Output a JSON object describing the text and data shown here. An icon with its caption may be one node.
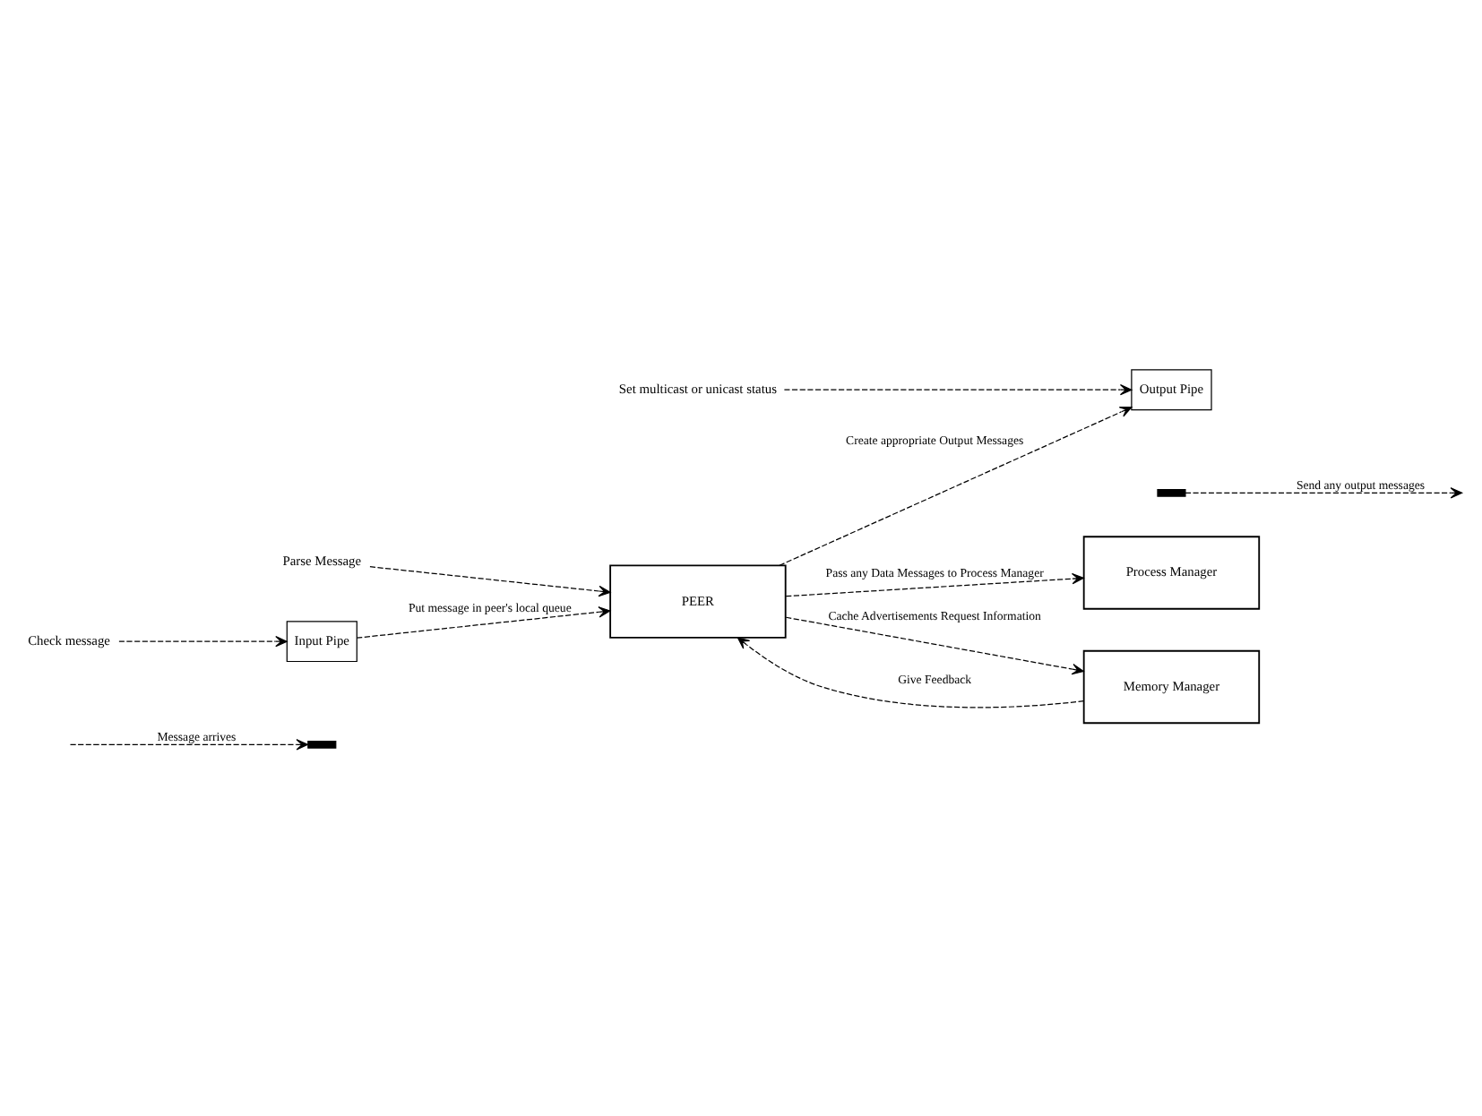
{
  "diagram": {
    "nodes": [
      {
        "text": [
          "Process Manager"
        ]
      },
      {
        "text": [
          "PEER"
        ]
      },
      {
        "text": [
          "Parse Message"
        ]
      },
      {
        "text": [
          "Check message"
        ]
      },
      {
        "text": [
          "Input Pipe"
        ]
      },
      {
        "text": [],
        "shape": "bar"
      },
      {
        "text": [
          "Output Pipe"
        ]
      },
      {
        "text": [],
        "shape": "bar"
      },
      {
        "text": [
          "Set multicast or unicast status"
        ]
      },
      {
        "text": [
          "Memory Manager"
        ]
      }
    ],
    "edges": [
      {
        "from": 1,
        "to": 0,
        "arrow": "to",
        "style": "dashed",
        "label": "Pass any Data Messages to Process Manager"
      },
      {
        "from": 2,
        "to": 1,
        "arrow": "to",
        "style": "dashed"
      },
      {
        "from": 3,
        "to": 4,
        "arrow": "to",
        "style": "dashed"
      },
      {
        "from": 4,
        "to": 1,
        "arrow": "to",
        "style": "dashed",
        "label": "Put message in peer's local queue"
      },
      {
        "from": null,
        "to": 5,
        "arrow": "to",
        "style": "dashed",
        "label": "Message arrives"
      },
      {
        "from": 1,
        "to": 6,
        "arrow": "to",
        "style": "dashed",
        "label": "Create appropriate Output Messages"
      },
      {
        "from": 7,
        "to": null,
        "arrow": "to",
        "style": "dashed",
        "label": "Send any output messages"
      },
      {
        "from": 8,
        "to": 6,
        "arrow": "to",
        "style": "dashed"
      },
      {
        "from": 1,
        "to": 9,
        "arrow": "to",
        "style": "dashed",
        "label": "Cache Advertisements Request Information"
      },
      {
        "from": 9,
        "to": 1,
        "arrow": "to",
        "style": "dashed",
        "label": "Give Feedback"
      }
    ]
  }
}
